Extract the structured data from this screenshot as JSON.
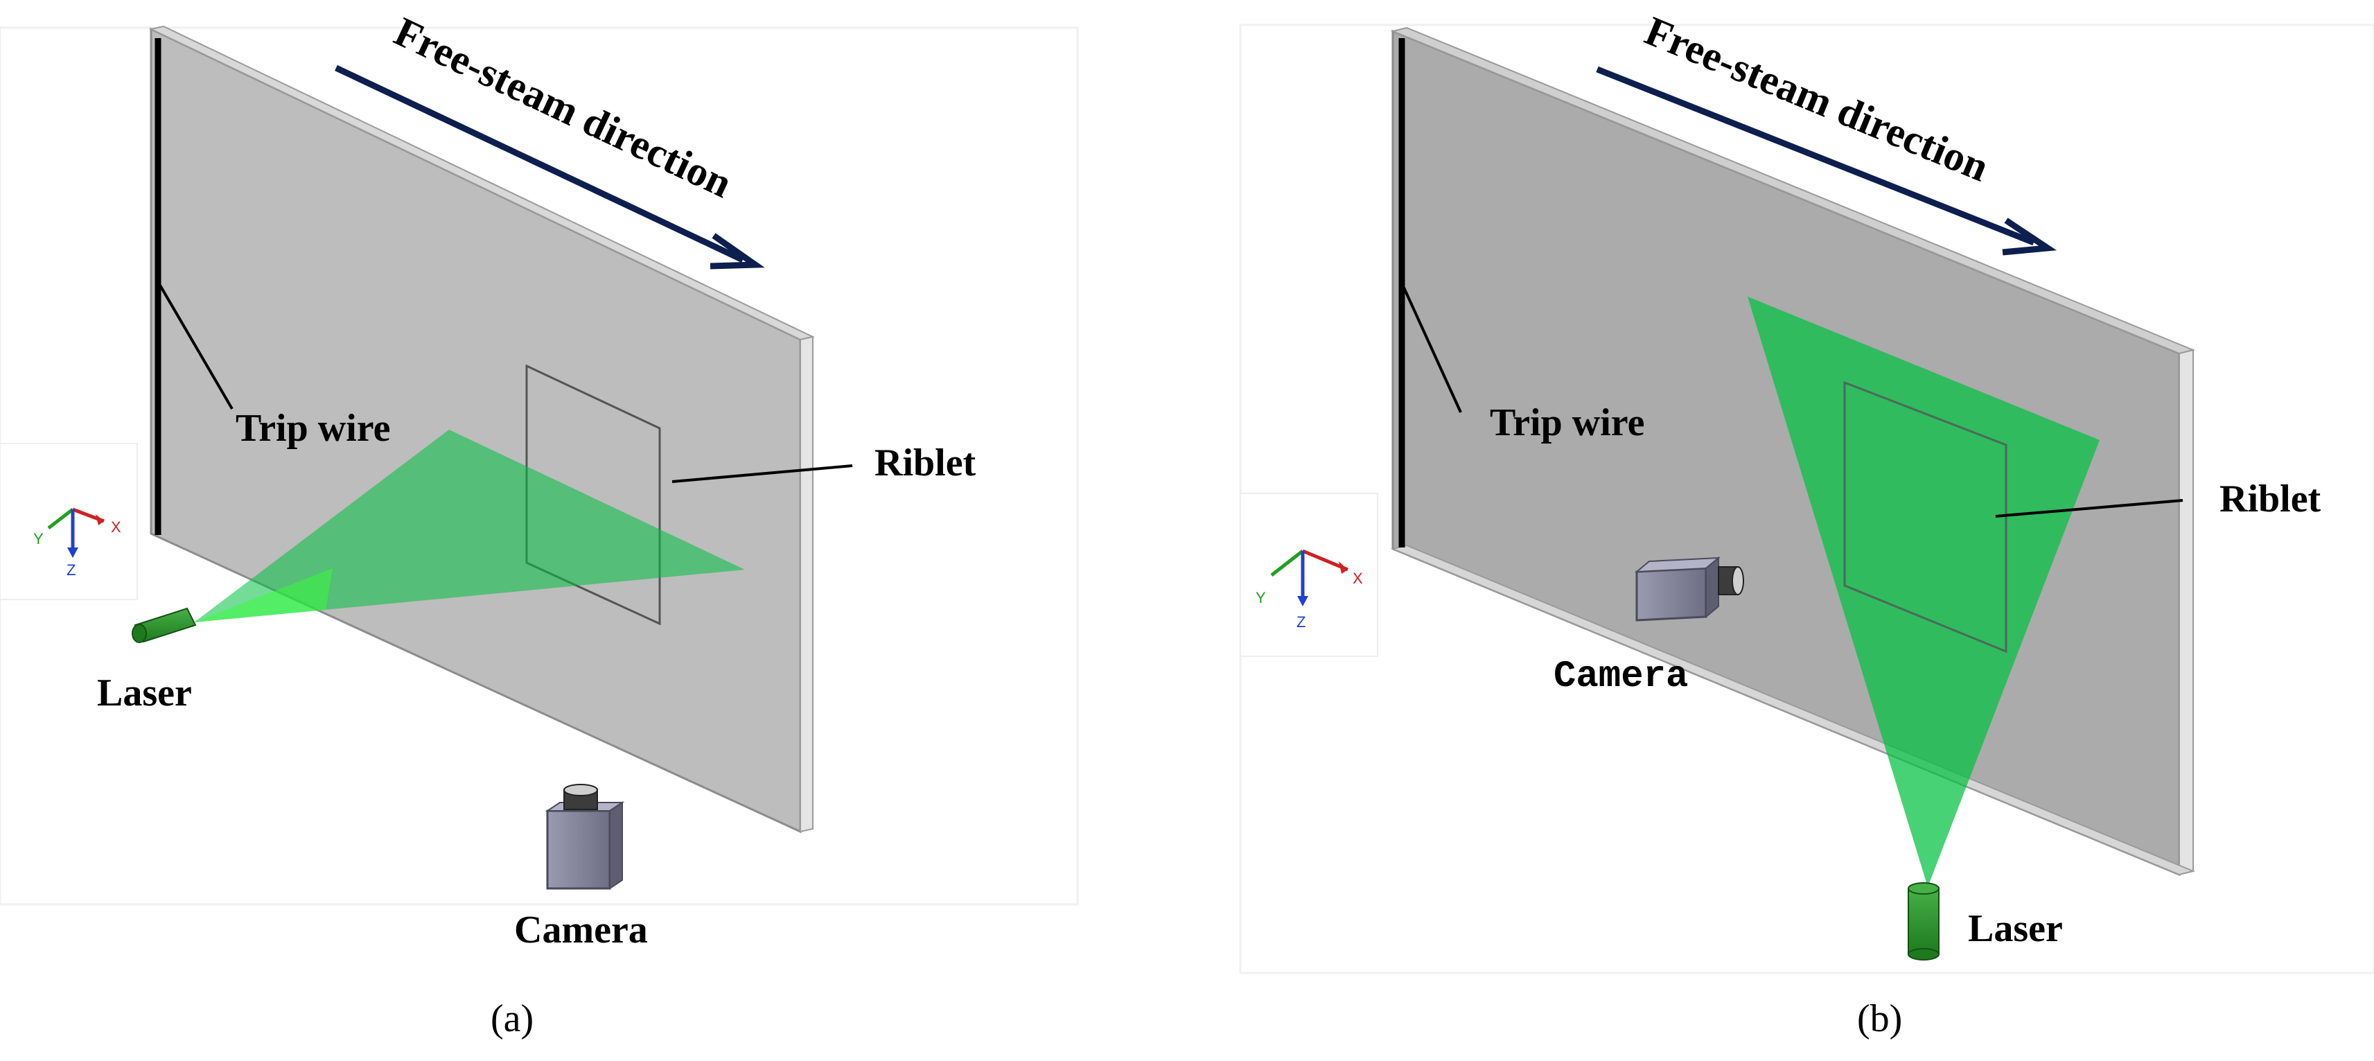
{
  "panel_a": {
    "flow_label": "Free-steam direction",
    "trip_wire_label": "Trip wire",
    "riblet_label": "Riblet",
    "laser_label": "Laser",
    "camera_label": "Camera",
    "caption": "(a)",
    "axes": {
      "x": "X",
      "y": "Y",
      "z": "Z"
    }
  },
  "panel_b": {
    "flow_label": "Free-steam direction",
    "trip_wire_label": "Trip wire",
    "riblet_label": "Riblet",
    "laser_label": "Laser",
    "camera_label": "Camera",
    "caption": "(b)",
    "axes": {
      "x": "X",
      "y": "Y",
      "z": "Z"
    }
  },
  "colors": {
    "plate": "#bdbdbd",
    "plate_b": "#ababab",
    "laser_sheet": "#00c040",
    "arrow": "#0d1f4f",
    "laser_body": "#2a8a2a",
    "camera_body": "#8a8aa0"
  }
}
